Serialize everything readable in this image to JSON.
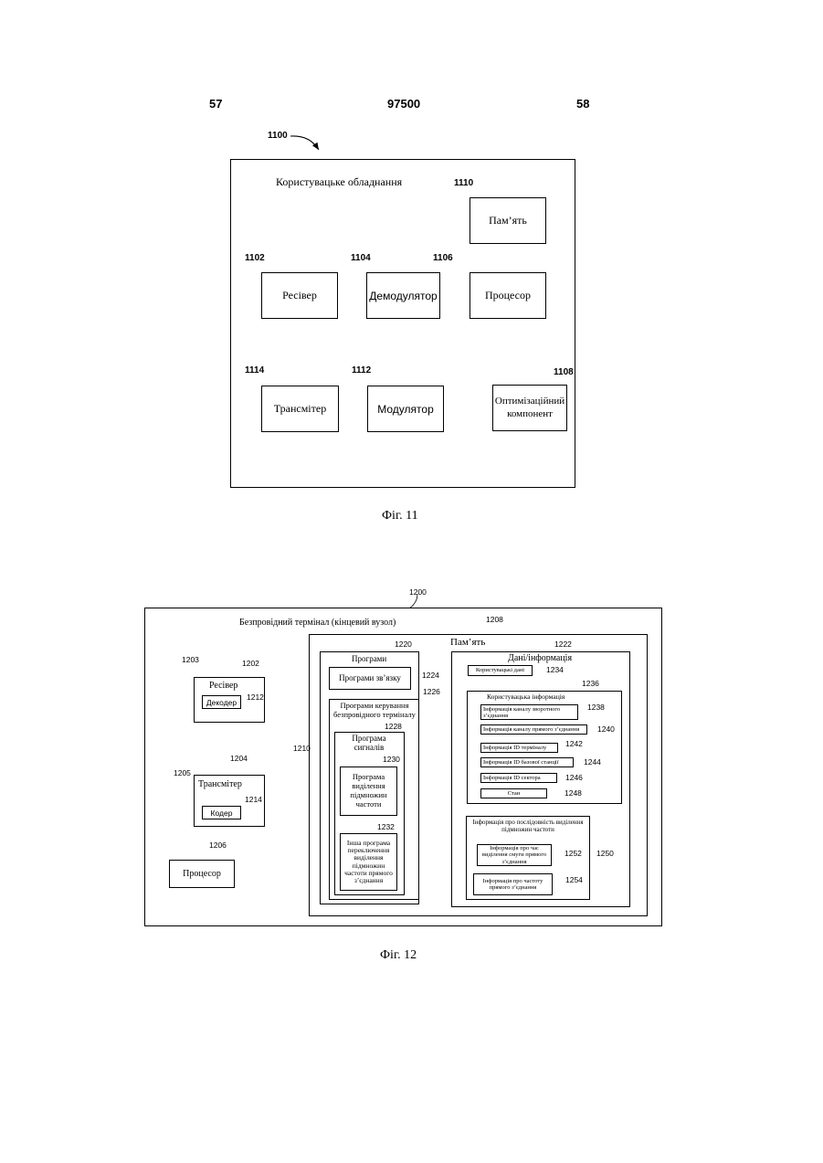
{
  "header": {
    "left_page": "57",
    "doc_number": "97500",
    "right_page": "58"
  },
  "fig11": {
    "ref_main": "1100",
    "title": "Користувацьке обладнання",
    "blocks": {
      "memory": {
        "ref": "1110",
        "label": "Пам’ять"
      },
      "receiver": {
        "ref": "1102",
        "label": "Ресівер"
      },
      "demodulator": {
        "ref": "1104",
        "label": "Демодулятор"
      },
      "processor": {
        "ref": "1106",
        "label": "Процесор"
      },
      "transmitter": {
        "ref": "1114",
        "label": "Трансмітер"
      },
      "modulator": {
        "ref": "1112",
        "label": "Модулятор"
      },
      "optimizer": {
        "ref": "1108",
        "label": "Оптимізаційний компонент"
      }
    },
    "caption": "Фіг. 11"
  },
  "fig12": {
    "ref_main": "1200",
    "title": "Безпровідний термінал (кінцевий вузол)",
    "memory": {
      "ref": "1208",
      "label": "Пам’ять"
    },
    "bus_ref": "1210",
    "receiver": {
      "ref": "1202",
      "antenna_ref": "1203",
      "label": "Ресівер",
      "decoder_label": "Декодер",
      "decoder_ref": "1212"
    },
    "transmitter": {
      "ref": "1204",
      "antenna_ref": "1205",
      "label": "Трансмітер",
      "encoder_label": "Кодер",
      "encoder_ref": "1214"
    },
    "processor": {
      "ref": "1206",
      "label": "Процесор"
    },
    "programs": {
      "ref": "1220",
      "label": "Програми",
      "comm": {
        "ref": "1224",
        "label": "Програми зв’язку"
      },
      "control": {
        "ref": "1226",
        "label": "Програми керування безпровідного терміналу"
      },
      "signal": {
        "ref": "1228",
        "label": "Програма сигналів"
      },
      "alloc": {
        "ref": "1230",
        "label": "Програма виділення підмножин частоти"
      },
      "other": {
        "ref": "1232",
        "label": "Інша програма переключення виділення підмножин частоти прямого з’єднання"
      }
    },
    "data": {
      "ref": "1222",
      "label": "Дані/інформація",
      "user_data": {
        "ref": "1234",
        "label": "Користувацькі дані"
      },
      "user_info": {
        "ref": "1236",
        "label": "Користувацька інформація",
        "items": [
          {
            "ref": "1238",
            "label": "Інформація каналу зворотного з’єднання"
          },
          {
            "ref": "1240",
            "label": "Інформація каналу прямого з’єднання"
          },
          {
            "ref": "1242",
            "label": "Інформація ID терміналу"
          },
          {
            "ref": "1244",
            "label": "Інформація ID базової станції"
          },
          {
            "ref": "1246",
            "label": "Інформація ID сектора"
          },
          {
            "ref": "1248",
            "label": "Стан"
          }
        ]
      },
      "seq_info": {
        "ref": "1250",
        "label": "Інформація про послідовність виділення підмножин частоти",
        "time": {
          "ref": "1252",
          "label": "Інформація про час виділення смуги прямого з’єднання"
        },
        "freq": {
          "ref": "1254",
          "label": "Інформація про частоту прямого з’єднання"
        }
      }
    },
    "caption": "Фіг. 12"
  }
}
